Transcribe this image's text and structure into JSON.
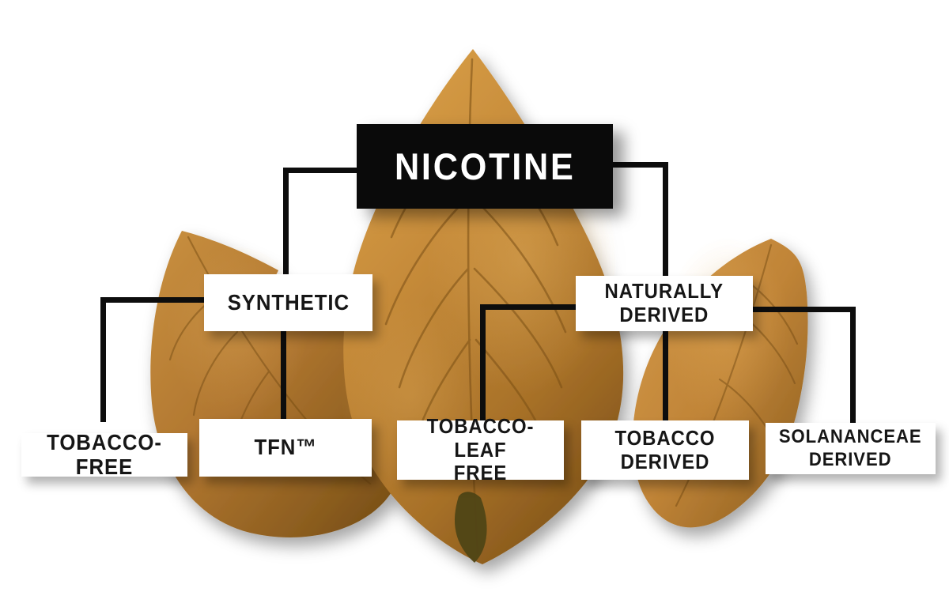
{
  "diagram": {
    "title": "NICOTINE",
    "illustration": "dried tobacco leaves",
    "nodes": {
      "nicotine": {
        "label": "NICOTINE",
        "style": "dark"
      },
      "synthetic": {
        "label": "SYNTHETIC",
        "style": "light"
      },
      "naturally_derived": {
        "label": "NATURALLY\nDERIVED",
        "style": "light"
      },
      "tobacco_free": {
        "label": "TOBACCO-FREE",
        "style": "light"
      },
      "tfn": {
        "label": "TFN™",
        "style": "light"
      },
      "tobacco_leaf_free": {
        "label": "TOBACCO-LEAF\nFREE",
        "style": "light"
      },
      "tobacco_derived": {
        "label": "TOBACCO\nDERIVED",
        "style": "light"
      },
      "solananceae_derived": {
        "label": "SOLANANCEAE\nDERIVED",
        "style": "light"
      }
    },
    "edges": [
      {
        "from": "nicotine",
        "to": "synthetic"
      },
      {
        "from": "nicotine",
        "to": "naturally_derived"
      },
      {
        "from": "synthetic",
        "to": "tobacco_free"
      },
      {
        "from": "synthetic",
        "to": "tfn"
      },
      {
        "from": "naturally_derived",
        "to": "tobacco_leaf_free"
      },
      {
        "from": "naturally_derived",
        "to": "tobacco_derived"
      },
      {
        "from": "naturally_derived",
        "to": "solananceae_derived"
      }
    ],
    "colors": {
      "background": "#ffffff",
      "node_dark_bg": "#0a0a0a",
      "node_dark_text": "#ffffff",
      "node_light_bg": "#ffffff",
      "node_light_text": "#161616",
      "connector": "#0d0d0d",
      "leaf_light": "#d99f48",
      "leaf_mid": "#c0873c",
      "leaf_dark": "#7d5118"
    }
  }
}
